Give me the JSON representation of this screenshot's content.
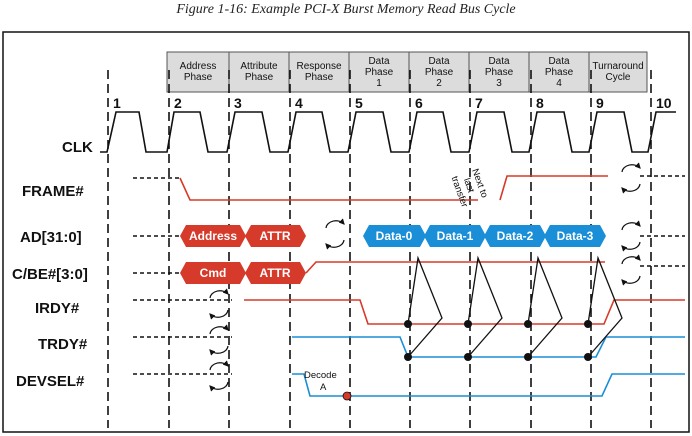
{
  "caption": "Figure 1-16: Example PCI-X Burst Memory Read Bus Cycle",
  "colors": {
    "red": "#d53a2a",
    "blue": "#1a8ed6",
    "phase_fill": "#dcdcdc",
    "line": "#111111"
  },
  "phases": [
    {
      "l1": "Address",
      "l2": "Phase",
      "l3": ""
    },
    {
      "l1": "Attribute",
      "l2": "Phase",
      "l3": ""
    },
    {
      "l1": "Response",
      "l2": "Phase",
      "l3": ""
    },
    {
      "l1": "Data",
      "l2": "Phase",
      "l3": "1"
    },
    {
      "l1": "Data",
      "l2": "Phase",
      "l3": "2"
    },
    {
      "l1": "Data",
      "l2": "Phase",
      "l3": "3"
    },
    {
      "l1": "Data",
      "l2": "Phase",
      "l3": "4"
    },
    {
      "l1": "Turnaround",
      "l2": "Cycle",
      "l3": ""
    }
  ],
  "clock_numbers": [
    "1",
    "2",
    "3",
    "4",
    "5",
    "6",
    "7",
    "8",
    "9",
    "10"
  ],
  "signals": {
    "clk": "CLK",
    "frame": "FRAME#",
    "ad": "AD[31:0]",
    "cbe": "C/BE#[3:0]",
    "irdy": "IRDY#",
    "trdy": "TRDY#",
    "devsel": "DEVSEL#"
  },
  "ad_boxes": {
    "address": "Address",
    "attr": "ATTR",
    "data0": "Data-0",
    "data1": "Data-1",
    "data2": "Data-2",
    "data3": "Data-3"
  },
  "cbe_boxes": {
    "cmd": "Cmd",
    "attr": "ATTR"
  },
  "notes": {
    "next1": "Next to",
    "next2": "last",
    "next3": "transfer",
    "decode1": "Decode",
    "decode2": "A"
  }
}
